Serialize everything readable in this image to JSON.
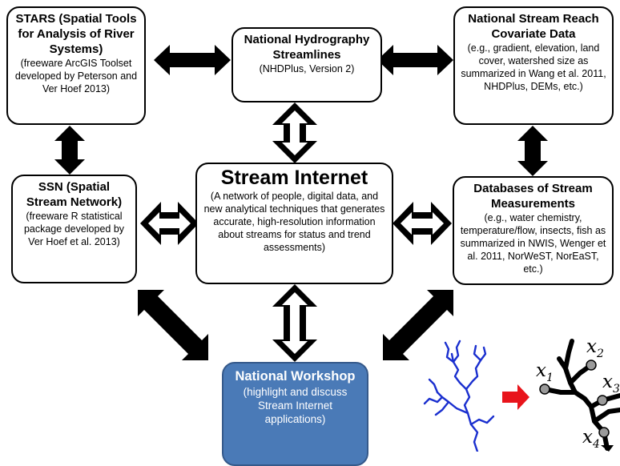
{
  "boxes": {
    "stars": {
      "title": "STARS (Spatial Tools for Analysis of River Systems)",
      "desc": "(freeware ArcGIS Toolset developed by Peterson and Ver Hoef 2013)"
    },
    "nhd": {
      "title": "National Hydrography Streamlines",
      "desc": "(NHDPlus, Version 2)"
    },
    "nsrc": {
      "title": "National Stream Reach Covariate Data",
      "desc": "(e.g., gradient, elevation, land cover, watershed size as summarized in Wang et al. 2011, NHDPlus, DEMs, etc.)"
    },
    "ssn": {
      "title": "SSN (Spatial Stream Network)",
      "desc": "(freeware R statistical package developed by Ver Hoef et al. 2013)"
    },
    "stream_internet": {
      "title": "Stream Internet",
      "desc": "(A network of people, digital data, and new analytical techniques that generates accurate, high-resolution information about streams for status and trend assessments)"
    },
    "db": {
      "title": "Databases of Stream Measurements",
      "desc": "(e.g., water chemistry, temperature/flow, insects, fish as summarized in NWIS, Wenger et al. 2011, NorWeST, NorEaST, etc.)"
    },
    "workshop": {
      "title": "National Workshop",
      "desc": "(highlight and discuss Stream Internet applications)"
    }
  },
  "network_labels": {
    "x1": "x",
    "x1_sub": "1",
    "x2": "x",
    "x2_sub": "2",
    "x3": "x",
    "x3_sub": "3",
    "x4": "x",
    "x4_sub": "4"
  },
  "colors": {
    "workshop_fill": "#4a7ab7",
    "river_blue": "#1a2fcf",
    "pointer_red": "#e8141b",
    "node_gray": "#9a9a9a"
  }
}
